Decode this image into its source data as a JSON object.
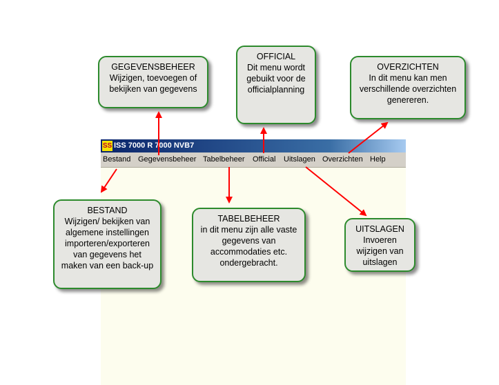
{
  "app": {
    "logo_text": "SS",
    "title": "ISS 7000 R 7000 NVB7"
  },
  "menu": {
    "items": [
      "Bestand",
      "Gegevensbeheer",
      "Tabelbeheer",
      "Official",
      "Uitslagen",
      "Overzichten",
      "Help"
    ]
  },
  "callouts": {
    "gegevensbeheer": {
      "title": "GEGEVENSBEHEER",
      "body": "Wijzigen, toevoegen of\nbekijken van gegevens"
    },
    "official": {
      "title": "OFFICIAL",
      "body": "Dit menu wordt\ngebuikt voor de\nofficialplanning"
    },
    "overzichten": {
      "title": "OVERZICHTEN",
      "body": "In dit menu kan men\nverschillende overzichten\ngenereren."
    },
    "bestand": {
      "title": "BESTAND",
      "body": "Wijzigen/ bekijken van\nalgemene instellingen\nimporteren/exporteren\nvan gegevens  het\nmaken van een back-up"
    },
    "tabelbeheer": {
      "title": "TABELBEHEER",
      "body": "in dit menu zijn alle vaste\ngegevens van\naccommodaties etc.\nondergebracht."
    },
    "uitslagen": {
      "title": "UITSLAGEN",
      "body": "Invoeren\nwijzigen van\nuitslagen"
    }
  },
  "colors": {
    "callout_border": "#2c8a2c",
    "callout_fill": "#e6e6e2",
    "arrow": "#ff0000",
    "title_bar": "#0a246a",
    "menu_bar": "#d4d0c8",
    "workspace": "#fdfdee"
  }
}
